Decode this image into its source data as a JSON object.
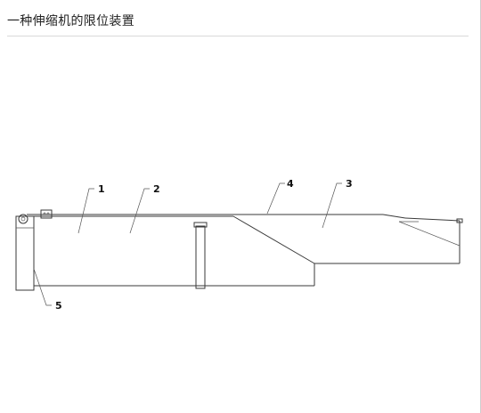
{
  "header": {
    "title": "一种伸缩机的限位装置"
  },
  "figure": {
    "callouts": [
      "1",
      "2",
      "3",
      "4",
      "5"
    ]
  }
}
